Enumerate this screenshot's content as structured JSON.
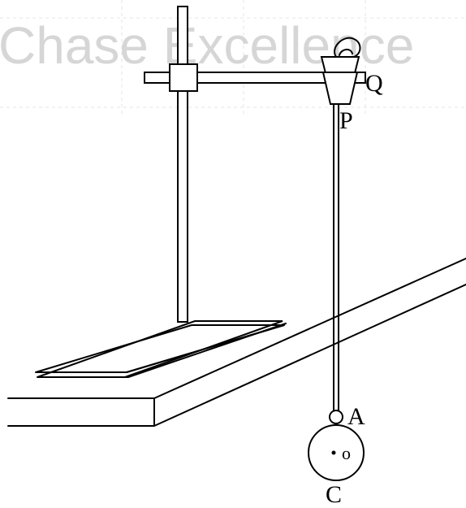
{
  "watermark": {
    "text": "Chase Excellence"
  },
  "labels": {
    "q": "Q",
    "p": "P",
    "a": "A",
    "c": "C",
    "o": "o"
  }
}
